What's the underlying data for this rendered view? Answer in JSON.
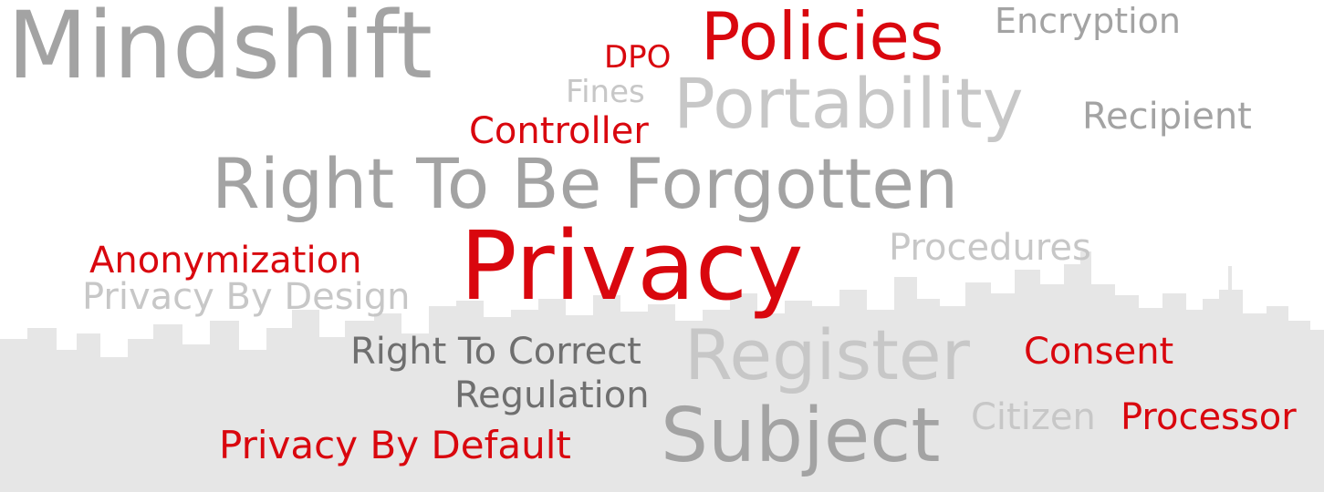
{
  "colors": {
    "accent_red": "#d9070e",
    "gray": "#a3a3a3",
    "dark_gray": "#6f6f6f",
    "light_gray": "#c7c7c7",
    "skyline": "#e6e6e6"
  },
  "words": {
    "mindshift": "Mindshift",
    "dpo": "DPO",
    "policies": "Policies",
    "encryption": "Encryption",
    "fines": "Fines",
    "controller": "Controller",
    "portability": "Portability",
    "recipient": "Recipient",
    "right_to_be_forgotten": "Right To Be Forgotten",
    "anonymization": "Anonymization",
    "privacy": "Privacy",
    "procedures": "Procedures",
    "privacy_by_design": "Privacy By Design",
    "right_to_correct": "Right To Correct",
    "register": "Register",
    "consent": "Consent",
    "regulation": "Regulation",
    "citizen": "Citizen",
    "processor": "Processor",
    "privacy_by_default": "Privacy By Default",
    "subject": "Subject"
  }
}
